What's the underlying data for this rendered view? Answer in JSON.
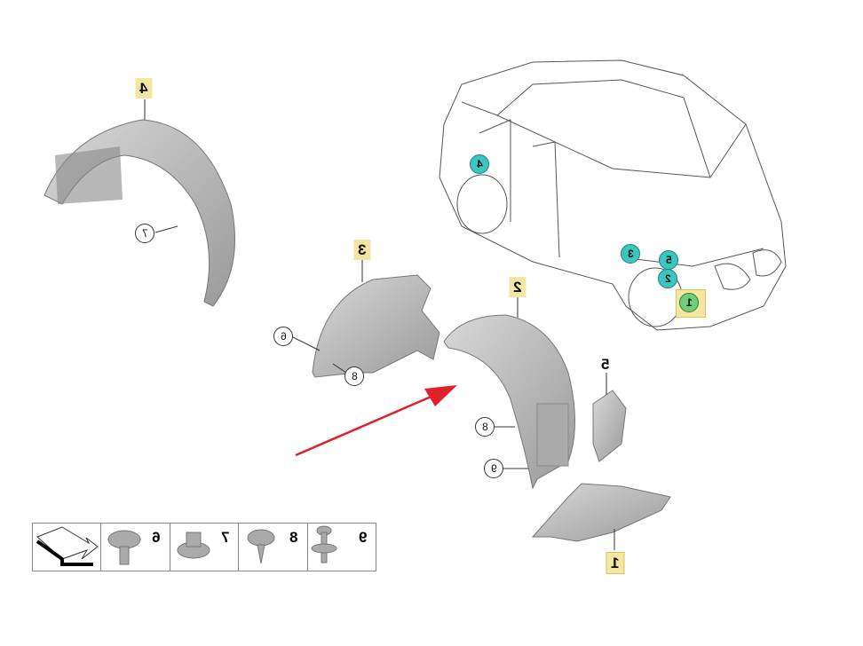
{
  "parts": [
    {
      "id": "part-4",
      "label": "4"
    },
    {
      "id": "part-3",
      "label": "3"
    },
    {
      "id": "part-2",
      "label": "2"
    },
    {
      "id": "part-5",
      "label": "5"
    },
    {
      "id": "part-1",
      "label": "1"
    }
  ],
  "callouts": [
    "7",
    "6",
    "8",
    "8",
    "9"
  ],
  "car_markers": [
    "4",
    "3",
    "5",
    "2",
    "1"
  ],
  "legend": [
    "6",
    "7",
    "8",
    "9"
  ],
  "colors": {
    "marker": "#3cc6c0",
    "marker_green": "#6fcf7a",
    "highlight": "#f3e6a3",
    "arrow": "#e0202a",
    "part": "#b9b9b9"
  }
}
